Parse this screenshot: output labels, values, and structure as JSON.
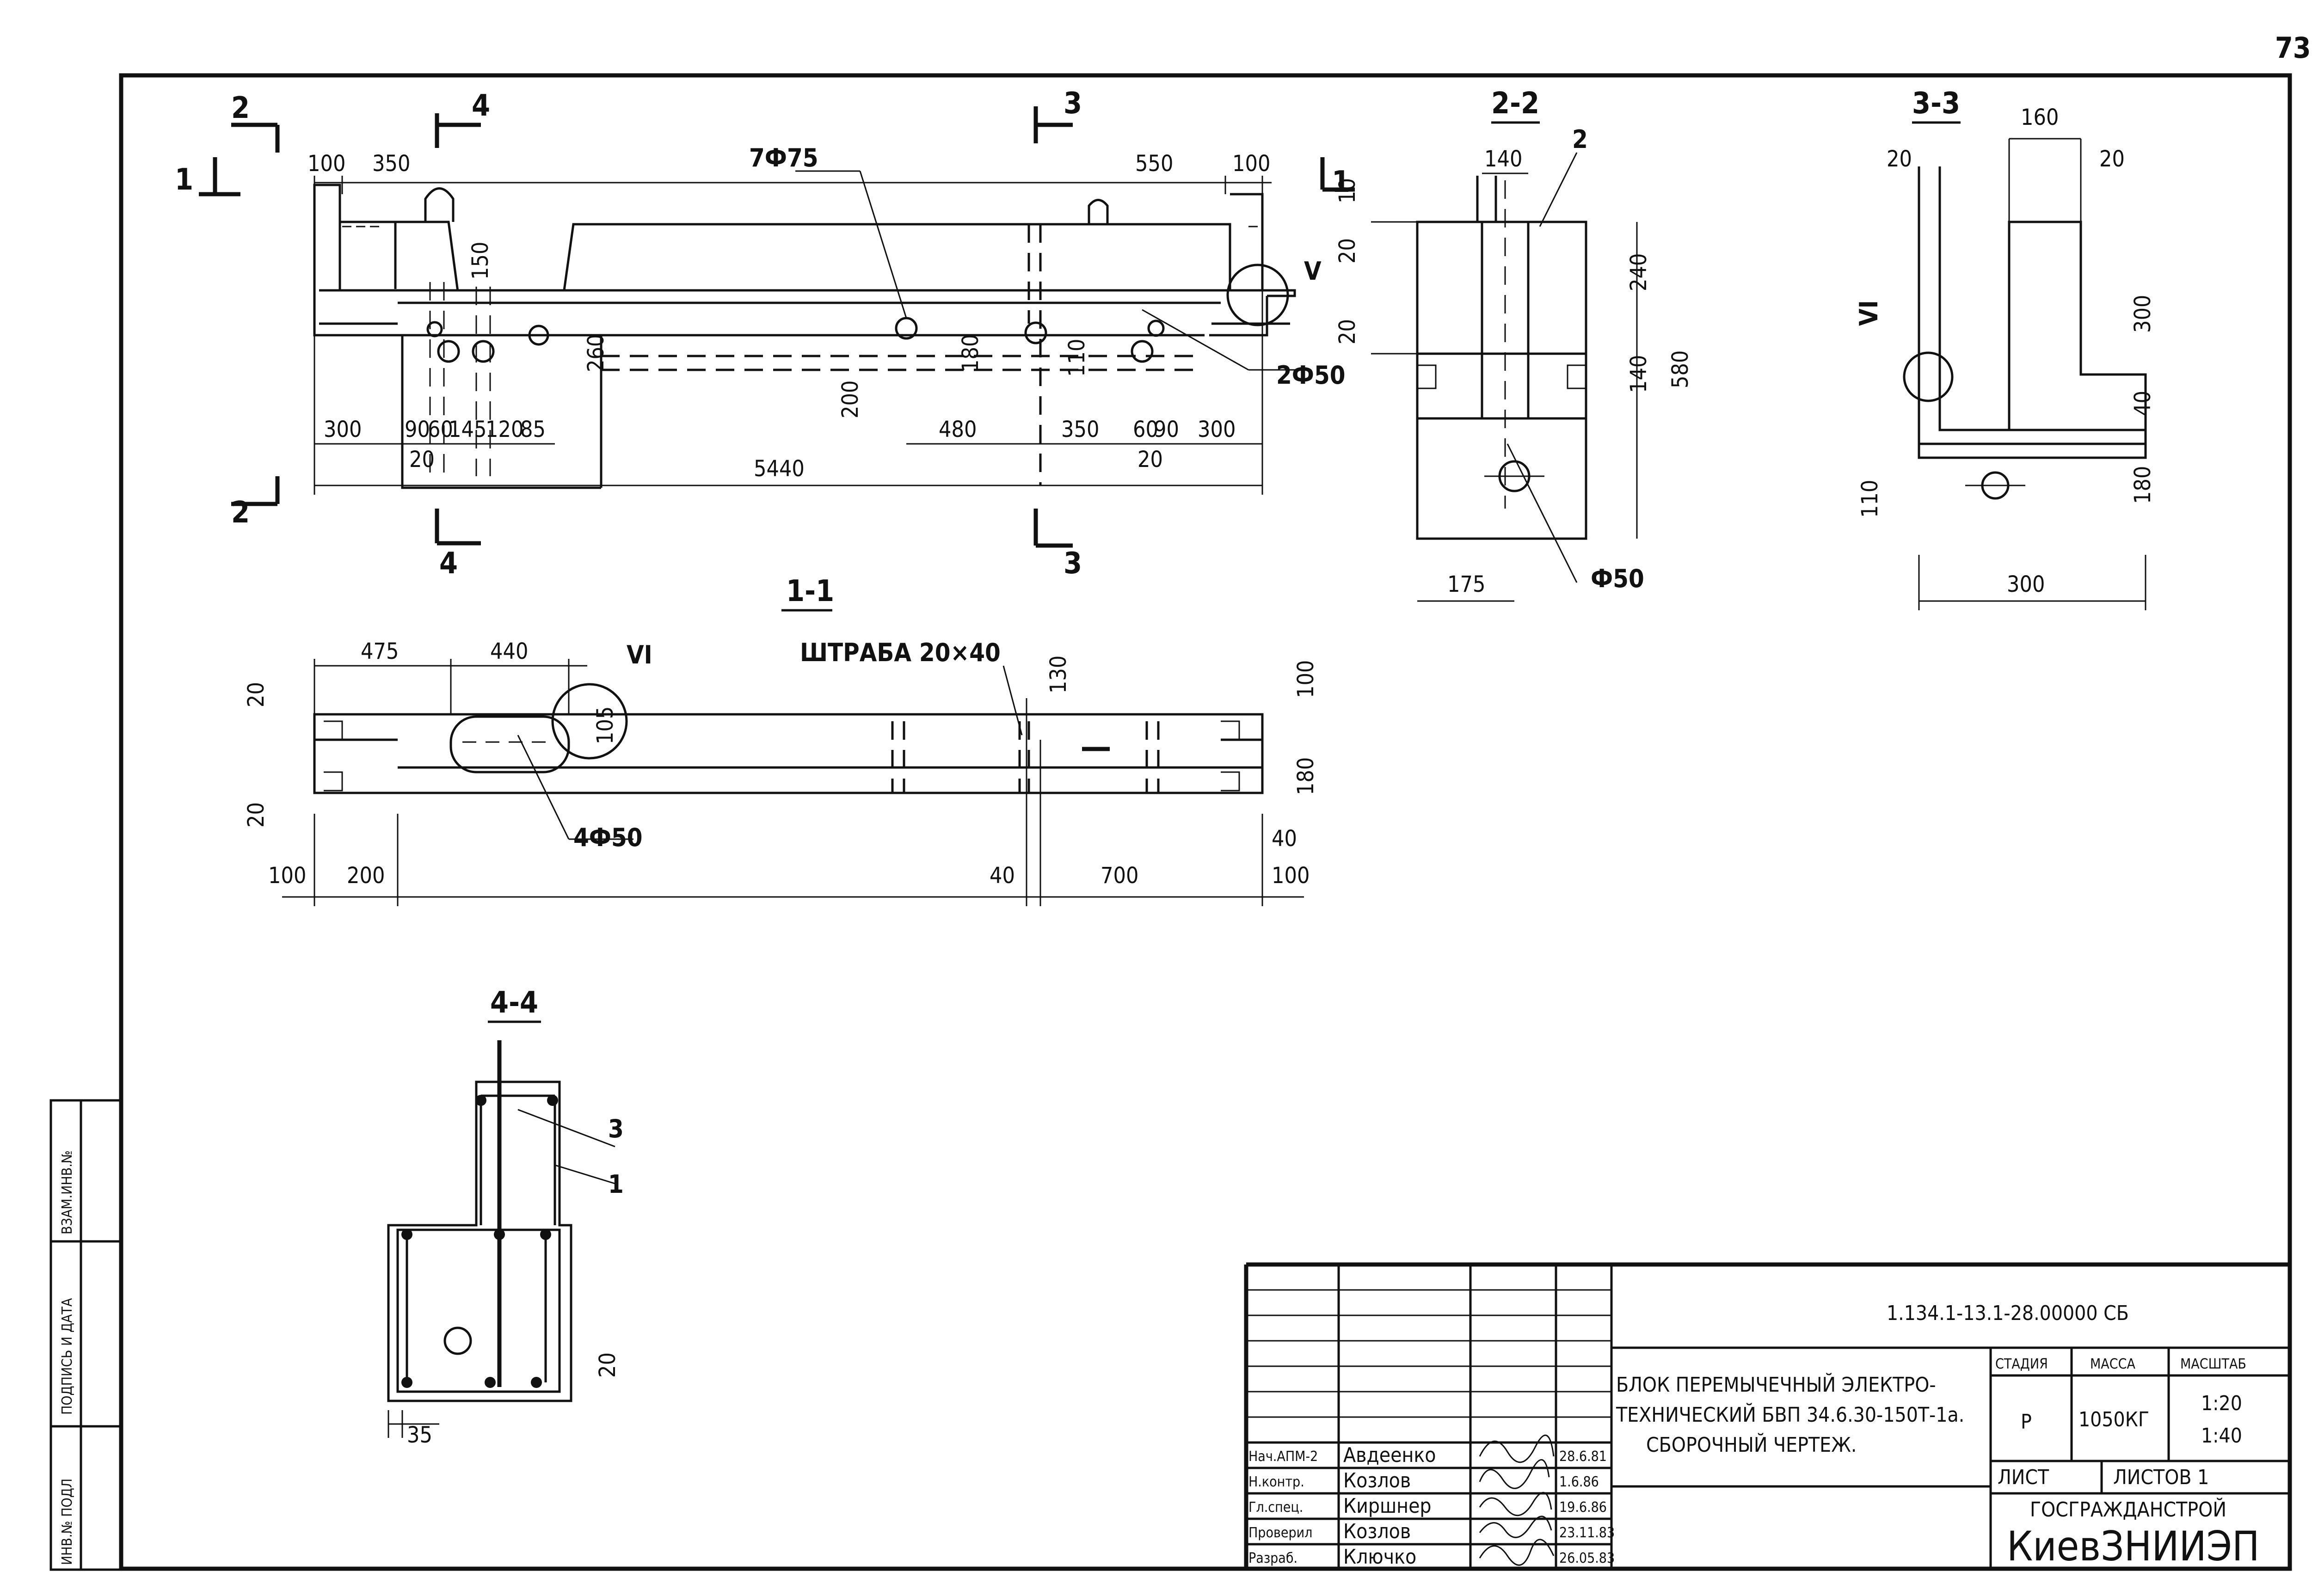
{
  "page_number": "73",
  "main_view": {
    "section_marks": {
      "s1": "1",
      "s2": "2",
      "s3": "3",
      "s4": "4"
    },
    "dims": {
      "d100l": "100",
      "d350": "350",
      "d550": "550",
      "d100r": "100",
      "d150": "150",
      "d260": "260",
      "d200": "200",
      "d180": "180",
      "d110": "110",
      "d300l": "300",
      "d90": "90",
      "d60a": "60",
      "d145": "145",
      "d120": "120",
      "d85": "85",
      "d480": "480",
      "d350b": "350",
      "d60b": "60",
      "d90b": "90",
      "d300r": "300",
      "d20a": "20",
      "d20b": "20",
      "total": "5440"
    },
    "callouts": {
      "holes_7": "7Ф75",
      "holes_2": "2Ф50",
      "node_v": "V"
    }
  },
  "section_2_2": {
    "title": "2-2",
    "dims": {
      "d140t": "140",
      "d10": "10",
      "d20a": "20",
      "d240": "240",
      "d20b": "20",
      "d140": "140",
      "d580": "580",
      "d175": "175"
    },
    "callouts": {
      "pos2": "2",
      "hole": "Ф50"
    }
  },
  "section_3_3": {
    "title": "3-3",
    "dims": {
      "d160": "160",
      "d20l": "20",
      "d20r": "20",
      "d300v": "300",
      "d40": "40",
      "d180": "180",
      "d110": "110",
      "d300h": "300"
    },
    "callouts": {
      "node_vi": "VI"
    }
  },
  "section_1_1": {
    "title": "1-1",
    "dims": {
      "d475": "475",
      "d440": "440",
      "d130": "130",
      "d100r": "100",
      "d20a": "20",
      "d20b": "20",
      "d105": "105",
      "d180r": "180",
      "d40r": "40",
      "d100a": "100",
      "d200": "200",
      "d40": "40",
      "d700": "700",
      "d100b": "100"
    },
    "callouts": {
      "node_vi": "VI",
      "groove": "ШТРАБА 20×40",
      "holes": "4Ф50"
    }
  },
  "section_4_4": {
    "title": "4-4",
    "dims": {
      "d20": "20",
      "d35": "35"
    },
    "callouts": {
      "pos3": "3",
      "pos1": "1"
    }
  },
  "side_stamp": {
    "col1": "ИНВ.№ ПОДЛ",
    "col2": "ПОДПИСЬ И ДАТА",
    "col3": "ВЗАМ.ИНВ.№"
  },
  "title_block": {
    "doc_code": "1.134.1-13.1-28.00000 СБ",
    "title_line1": "БЛОК ПЕРЕМЫЧЕЧНЫЙ ЭЛЕКТРО-",
    "title_line2": "ТЕХНИЧЕСКИЙ БВП 34.6.30-150Т-1а.",
    "title_line3": "СБОРОЧНЫЙ ЧЕРТЕЖ.",
    "stage_header": "СТАДИЯ",
    "mass_header": "МАССА",
    "scale_header": "МАСШТАБ",
    "stage_value": "Р",
    "mass_value": "1050КГ",
    "scale_value1": "1:20",
    "scale_value2": "1:40",
    "sheet_label": "ЛИСТ",
    "sheets_label": "ЛИСТОВ 1",
    "org1": "ГОСГРАЖДАНСТРОЙ",
    "org2": "КиевЗНИИЭП",
    "roles": [
      {
        "role": "Нач.АПМ-2",
        "name": "Авдеенко",
        "date": "28.6.81"
      },
      {
        "role": "Н.контр.",
        "name": "Козлов",
        "date": "1.6.86"
      },
      {
        "role": "Гл.спец.",
        "name": "Киршнер",
        "date": "19.6.86"
      },
      {
        "role": "Проверил",
        "name": "Козлов",
        "date": "23.11.83"
      },
      {
        "role": "Разраб.",
        "name": "Ключко",
        "date": "26.05.83"
      }
    ]
  }
}
